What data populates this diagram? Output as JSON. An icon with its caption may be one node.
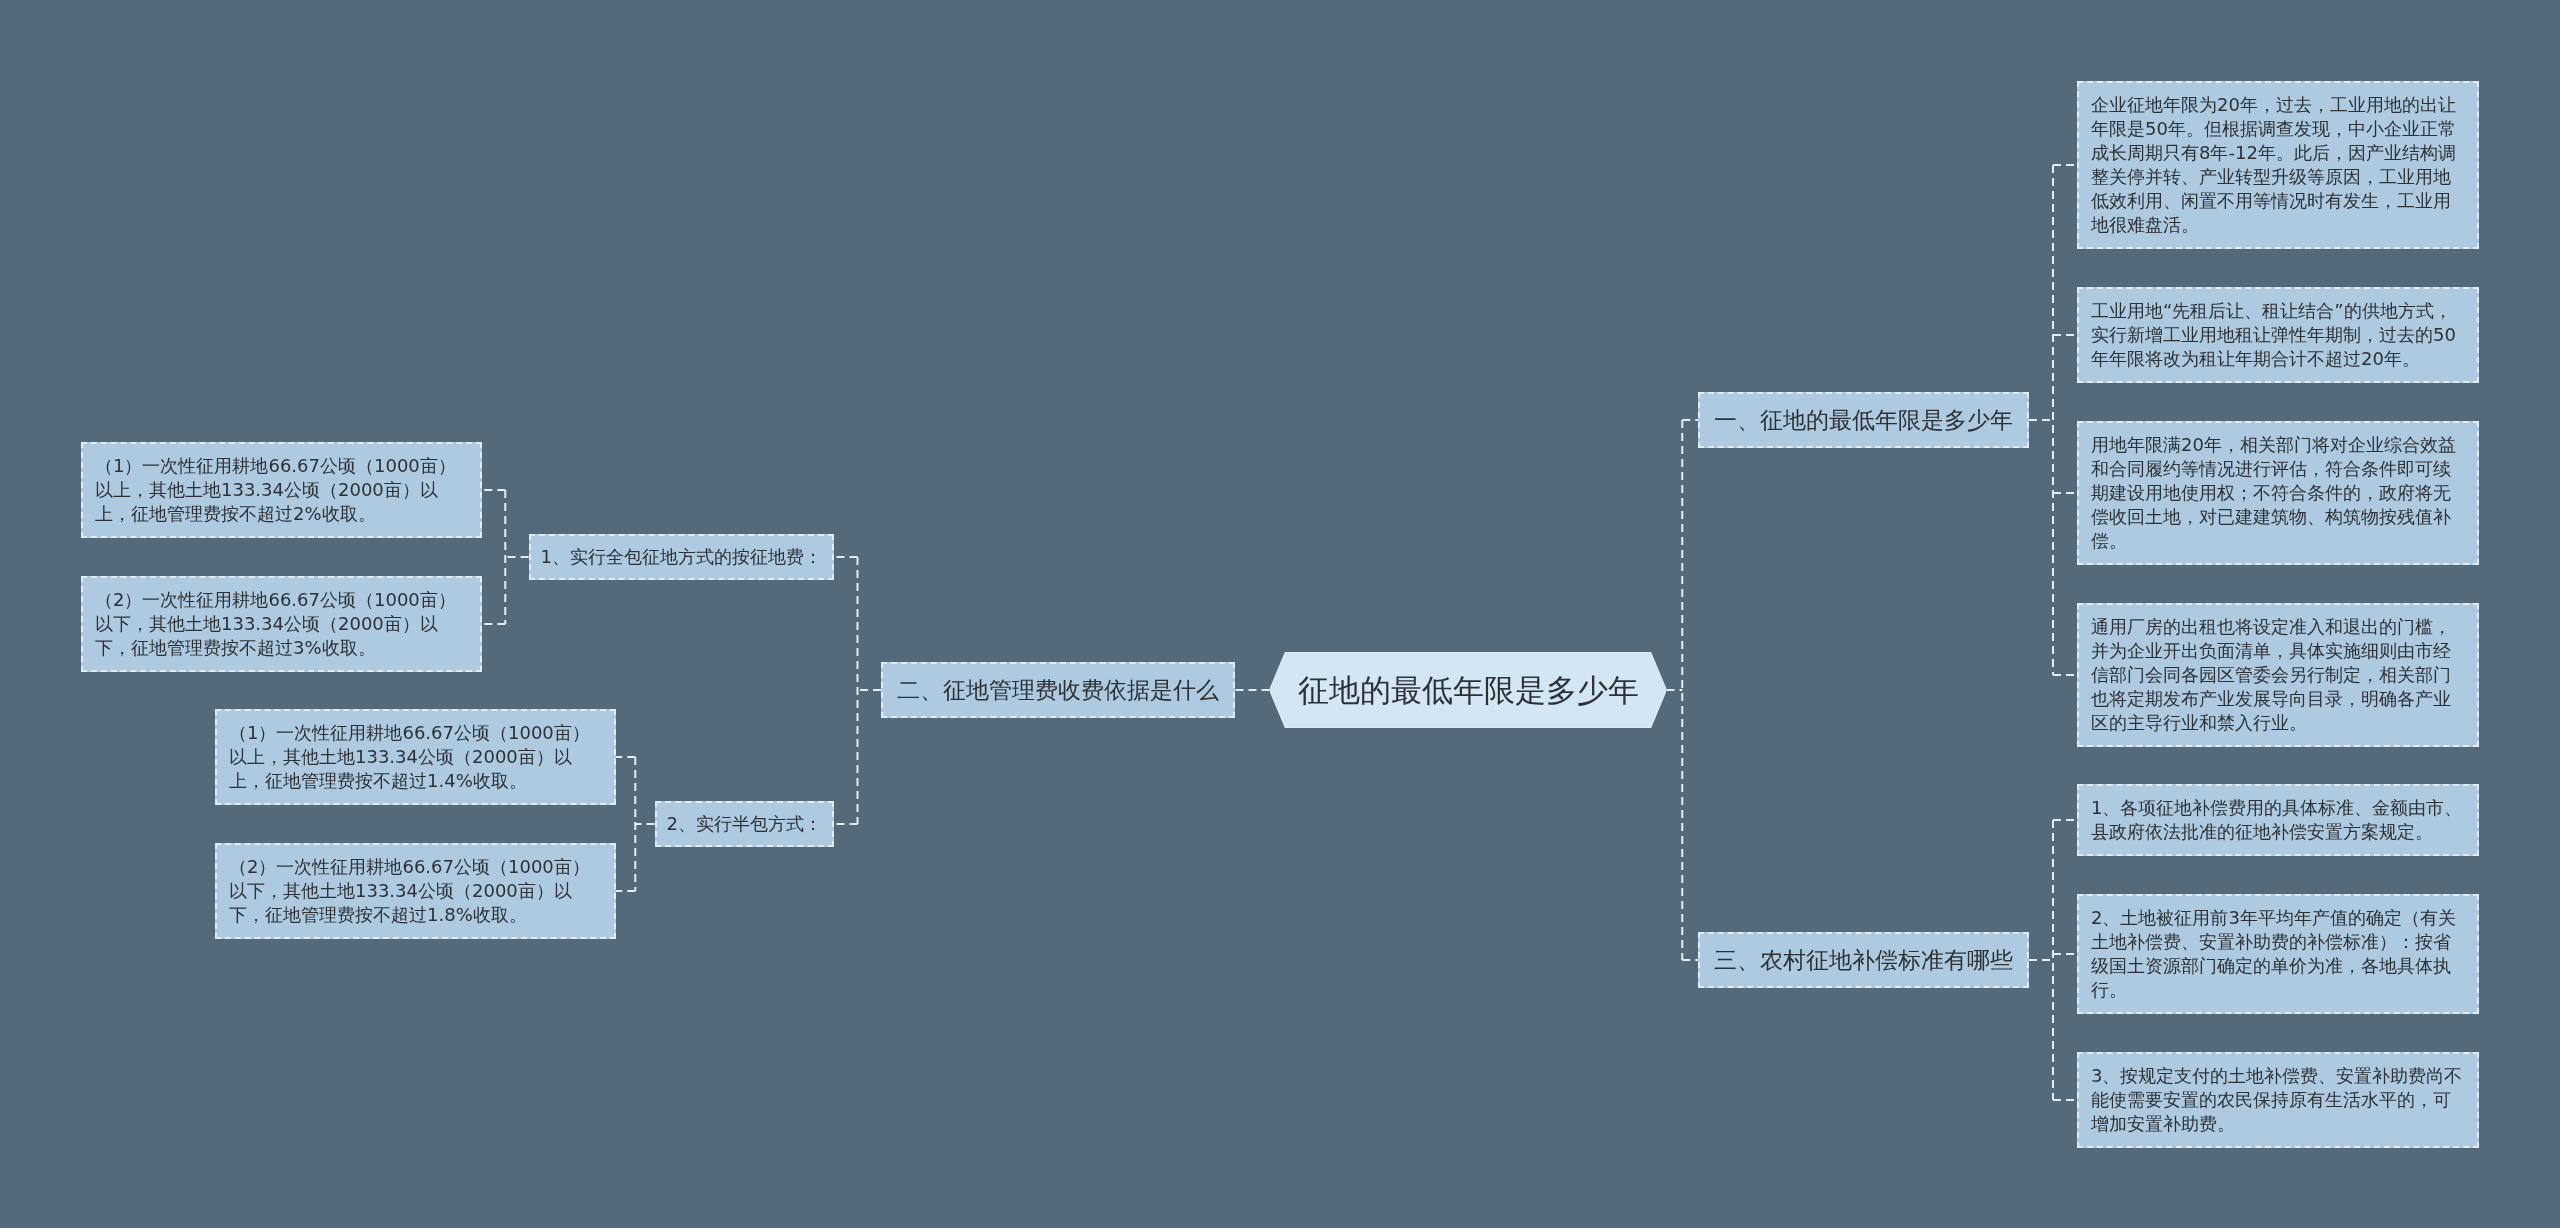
{
  "diagram": {
    "nodes": [
      {
        "text": [
          "征地的最低年限是多少年"
        ]
      },
      {
        "text": [
          "二、征地管理费收费依据是什么"
        ]
      },
      {
        "text": [
          "1、实行全包征地方式的按征地费："
        ]
      },
      {
        "text": [
          "（1）一次性征用耕地66.67公顷（1000亩）以上，其他土地133.34公顷（2000亩）以上，征地管理费按不超过2%收取。"
        ]
      },
      {
        "text": [
          "（2）一次性征用耕地66.67公顷（1000亩）以下，其他土地133.34公顷（2000亩）以下，征地管理费按不超过3%收取。"
        ]
      },
      {
        "text": [
          "2、实行半包方式："
        ]
      },
      {
        "text": [
          "（1）一次性征用耕地66.67公顷（1000亩）以上，其他土地133.34公顷（2000亩）以上，征地管理费按不超过1.4%收取。"
        ]
      },
      {
        "text": [
          "（2）一次性征用耕地66.67公顷（1000亩）以下，其他土地133.34公顷（2000亩）以下，征地管理费按不超过1.8%收取。"
        ]
      },
      {
        "text": [
          "一、征地的最低年限是多少年"
        ]
      },
      {
        "text": [
          "企业征地年限为20年，过去，工业用地的出让年限是50年。但根据调查发现，中小企业正常成长周期只有8年-12年。此后，因产业结构调整关停并转、产业转型升级等原因，工业用地低效利用、闲置不用等情况时有发生，工业用地很难盘活。"
        ]
      },
      {
        "text": [
          "工业用地“先租后让、租让结合”的供地方式，实行新增工业用地租让弹性年期制，过去的50年年限将改为租让年期合计不超过20年。"
        ]
      },
      {
        "text": [
          "用地年限满20年，相关部门将对企业综合效益和合同履约等情况进行评估，符合条件即可续期建设用地使用权；不符合条件的，政府将无偿收回土地，对已建建筑物、构筑物按残值补偿。"
        ]
      },
      {
        "text": [
          "通用厂房的出租也将设定准入和退出的门槛，并为企业开出负面清单，具体实施细则由市经信部门会同各园区管委会另行制定，相关部门也将定期发布产业发展导向目录，明确各产业区的主导行业和禁入行业。"
        ]
      },
      {
        "text": [
          "三、农村征地补偿标准有哪些"
        ]
      },
      {
        "text": [
          "1、各项征地补偿费用的具体标准、金额由市、县政府依法批准的征地补偿安置方案规定。"
        ]
      },
      {
        "text": [
          "2、土地被征用前3年平均年产值的确定（有关土地补偿费、安置补助费的补偿标准）：按省级国土资源部门确定的单价为准，各地具体执行。"
        ]
      },
      {
        "text": [
          "3、按规定支付的土地补偿费、安置补助费尚不能使需要安置的农民保持原有生活水平的，可增加安置补助费。"
        ]
      }
    ],
    "edges": [
      {
        "from": 0,
        "to": 1,
        "arrow": "none",
        "style": "dashed"
      },
      {
        "from": 1,
        "to": 2,
        "arrow": "none",
        "style": "dashed"
      },
      {
        "from": 2,
        "to": 3,
        "arrow": "none",
        "style": "dashed"
      },
      {
        "from": 2,
        "to": 4,
        "arrow": "none",
        "style": "dashed"
      },
      {
        "from": 1,
        "to": 5,
        "arrow": "none",
        "style": "dashed"
      },
      {
        "from": 5,
        "to": 6,
        "arrow": "none",
        "style": "dashed"
      },
      {
        "from": 5,
        "to": 7,
        "arrow": "none",
        "style": "dashed"
      },
      {
        "from": 0,
        "to": 8,
        "arrow": "none",
        "style": "dashed"
      },
      {
        "from": 8,
        "to": 9,
        "arrow": "none",
        "style": "dashed"
      },
      {
        "from": 8,
        "to": 10,
        "arrow": "none",
        "style": "dashed"
      },
      {
        "from": 8,
        "to": 11,
        "arrow": "none",
        "style": "dashed"
      },
      {
        "from": 8,
        "to": 12,
        "arrow": "none",
        "style": "dashed"
      },
      {
        "from": 0,
        "to": 13,
        "arrow": "none",
        "style": "dashed"
      },
      {
        "from": 13,
        "to": 14,
        "arrow": "none",
        "style": "dashed"
      },
      {
        "from": 13,
        "to": 15,
        "arrow": "none",
        "style": "dashed"
      },
      {
        "from": 13,
        "to": 16,
        "arrow": "none",
        "style": "dashed"
      }
    ]
  }
}
